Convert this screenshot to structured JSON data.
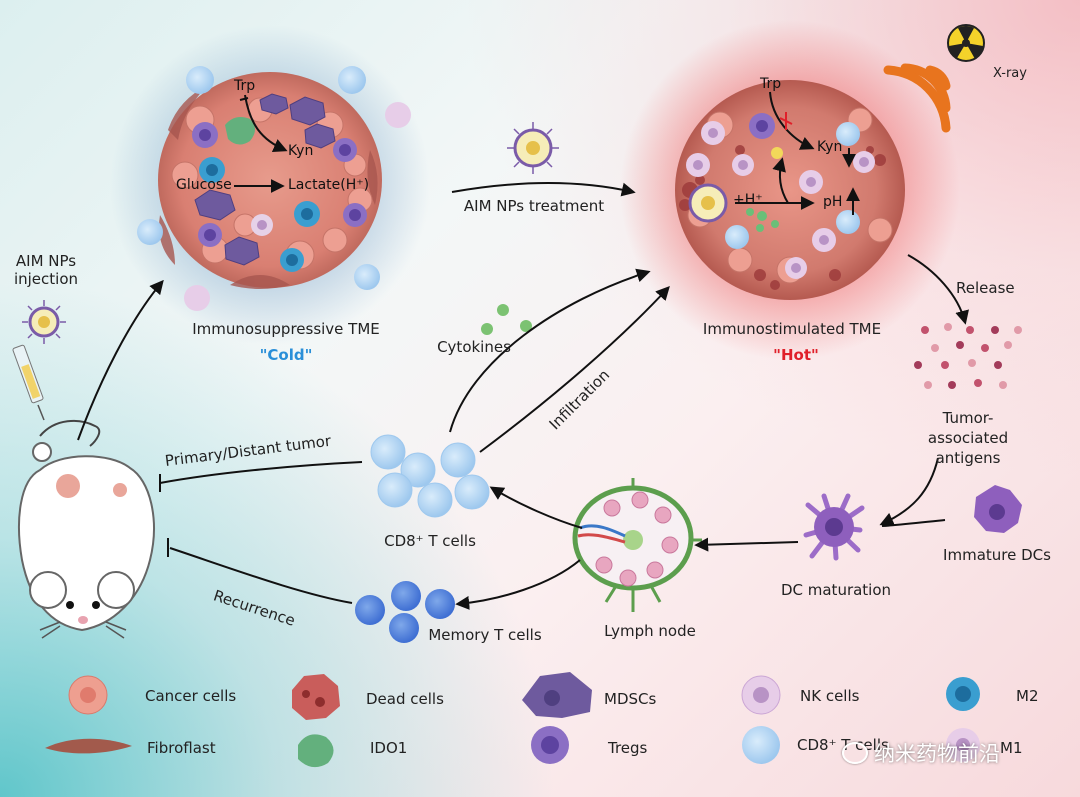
{
  "labels": {
    "aim_injection": "AIM NPs\ninjection",
    "cold_tme": "Immunosuppressive TME",
    "cold": "\"Cold\"",
    "treatment": "AIM NPs treatment",
    "hot_tme": "Immunostimulated TME",
    "hot": "\"Hot\"",
    "xray": "X-ray",
    "release": "Release",
    "taa": "Tumor-associated\nantigens",
    "immature_dcs": "Immature DCs",
    "dc_maturation": "DC maturation",
    "lymph_node": "Lymph node",
    "cd8_cells": "CD8⁺ T cells",
    "memory_cells": "Memory T cells",
    "cytokines": "Cytokines",
    "infiltration": "Infiltration",
    "primary_tumor": "Primary/Distant tumor",
    "recurrence": "Recurrence"
  },
  "cold_tumor": {
    "trp": "Trp",
    "kyn": "Kyn",
    "glucose": "Glucose",
    "lactate": "Lactate(H⁺)"
  },
  "hot_tumor": {
    "trp": "Trp",
    "kyn": "Kyn",
    "h_plus": "+H⁺",
    "ph": "pH"
  },
  "legend": [
    {
      "key": "cancer",
      "label": "Cancer cells"
    },
    {
      "key": "dead",
      "label": "Dead cells"
    },
    {
      "key": "mdsc",
      "label": "MDSCs"
    },
    {
      "key": "nk",
      "label": "NK cells"
    },
    {
      "key": "m2",
      "label": "M2"
    },
    {
      "key": "fibro",
      "label": "Fibroflast"
    },
    {
      "key": "ido1",
      "label": "IDO1"
    },
    {
      "key": "treg",
      "label": "Tregs"
    },
    {
      "key": "cd8",
      "label": "CD8⁺ T cells"
    },
    {
      "key": "m1",
      "label": "M1"
    }
  ],
  "watermark": "纳米药物前沿",
  "colors": {
    "cold_accent": "#2a8fd8",
    "hot_accent": "#e0202a",
    "xray": "#e8741e"
  }
}
